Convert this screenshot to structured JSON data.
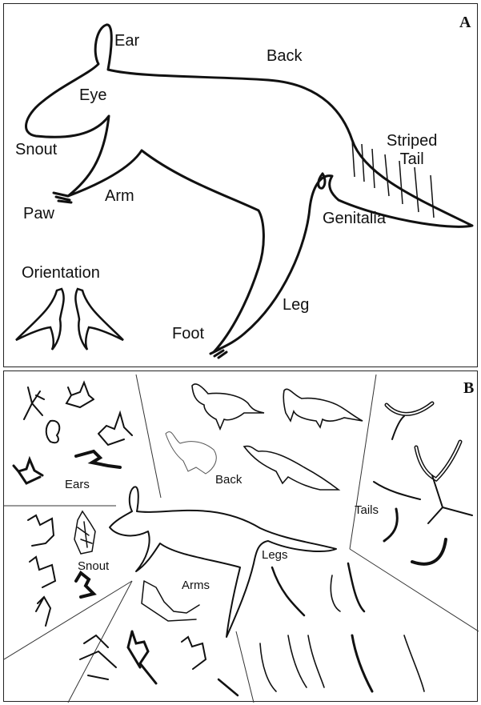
{
  "panel_a": {
    "letter": "A",
    "labels": {
      "ear": "Ear",
      "eye": "Eye",
      "back": "Back",
      "snout": "Snout",
      "striped_tail": "Striped\nTail",
      "arm": "Arm",
      "paw": "Paw",
      "genitalia": "Genitalia",
      "orientation": "Orientation",
      "leg": "Leg",
      "foot": "Foot"
    }
  },
  "panel_b": {
    "letter": "B",
    "labels": {
      "ears": "Ears",
      "back": "Back",
      "tails": "Tails",
      "snout": "Snout",
      "legs": "Legs",
      "arms": "Arms"
    }
  },
  "colors": {
    "line": "#111111",
    "border": "#222222",
    "background": "#ffffff"
  }
}
